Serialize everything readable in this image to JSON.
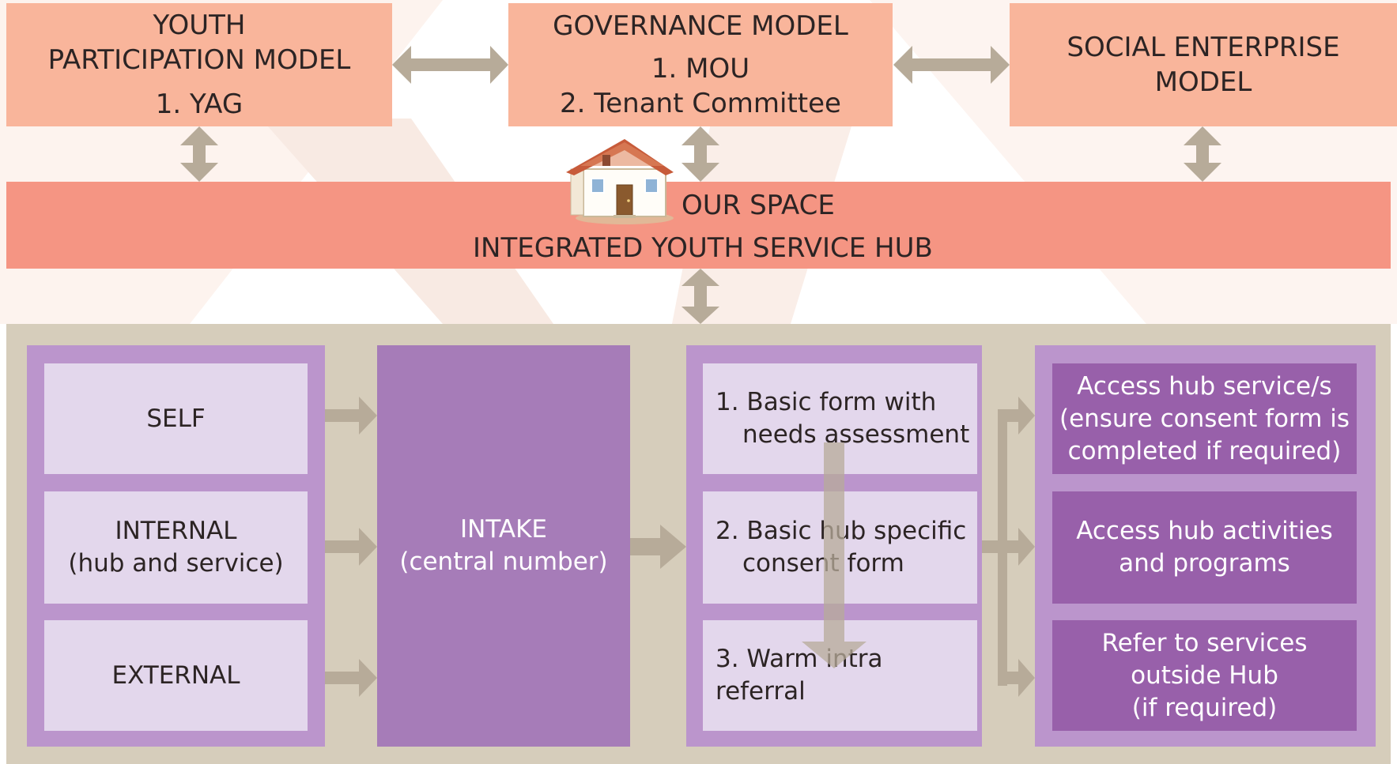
{
  "colors": {
    "peach": "#f9b59b",
    "hub_band": "#f59583",
    "panel": "#d6cdbb",
    "frame_purple": "#bb95cc",
    "light_purple": "#e3d7ec",
    "dark_purple": "#9860aa",
    "intake_purple": "#a67cb8",
    "arrow_taupe": "#b7ab99"
  },
  "top_models": {
    "youth": {
      "line1": "YOUTH",
      "line2": "PARTICIPATION MODEL",
      "line3": "1. YAG"
    },
    "governance": {
      "line1": "GOVERNANCE MODEL",
      "line2": "1. MOU",
      "line3": "2. Tenant Committee"
    },
    "social": {
      "line1": "SOCIAL ENTERPRISE",
      "line2": "MODEL"
    }
  },
  "hub": {
    "title": "OUR SPACE",
    "subtitle": "INTEGRATED YOUTH SERVICE HUB",
    "icon": "house-icon"
  },
  "sources": {
    "self": "SELF",
    "internal": {
      "line1": "INTERNAL",
      "line2": "(hub and service)"
    },
    "external": "EXTERNAL"
  },
  "intake": {
    "line1": "INTAKE",
    "line2": "(central number)"
  },
  "steps": {
    "step1": {
      "line1": "1.  Basic form with",
      "line2": "needs assessment"
    },
    "step2": {
      "line1": "2. Basic hub specific",
      "line2": "consent form"
    },
    "step3": "3. Warm intra referral"
  },
  "outcomes": {
    "o1": {
      "line1": "Access hub service/s",
      "line2": "(ensure consent form is",
      "line3": "completed if required)"
    },
    "o2": {
      "line1": "Access hub activities",
      "line2": "and programs"
    },
    "o3": {
      "line1": "Refer to services",
      "line2": "outside Hub",
      "line3": "(if required)"
    }
  }
}
